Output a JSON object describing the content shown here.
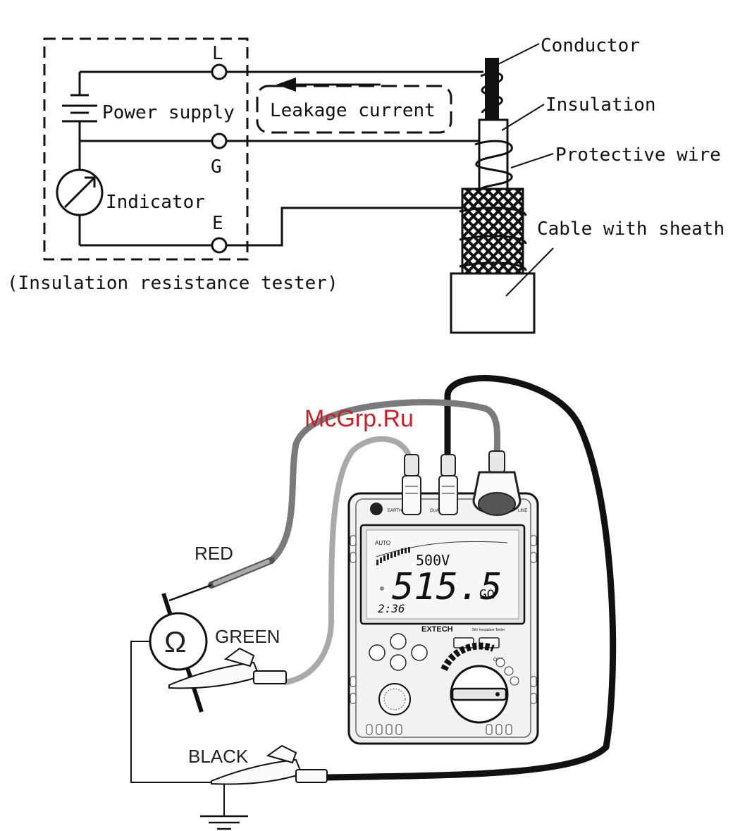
{
  "schematic": {
    "terminal_L": "L",
    "terminal_G": "G",
    "terminal_E": "E",
    "power_supply": "Power supply",
    "indicator": "Indicator",
    "leakage_current": "Leakage current",
    "tester_caption": "(Insulation resistance tester)",
    "conductor": "Conductor",
    "insulation": "Insulation",
    "protective_wire": "Protective wire",
    "cable_with_sheath": "Cable with sheath"
  },
  "connection": {
    "watermark": "McGrp.Ru",
    "red_lead": "RED",
    "green_lead": "GREEN",
    "black_lead": "BLACK",
    "ohm_symbol": "Ω",
    "meter": {
      "brand": "EXTECH",
      "model_text": "5kV Insulation Tester",
      "range_mode": "AUTO",
      "test_voltage": "500V",
      "reading": "515.5",
      "unit": "GΩ",
      "timer": "2:36",
      "off_label": "OFF",
      "earth_label": "EARTH",
      "guard_label": "GUARD",
      "line_label": "LINE"
    }
  },
  "colors": {
    "line": "#111111",
    "red_lead": "#7a7a7a",
    "green_lead": "#a9a9a9",
    "black_lead": "#111111",
    "meter_body": "#f2f2f2",
    "watermark": "#c8202a"
  }
}
